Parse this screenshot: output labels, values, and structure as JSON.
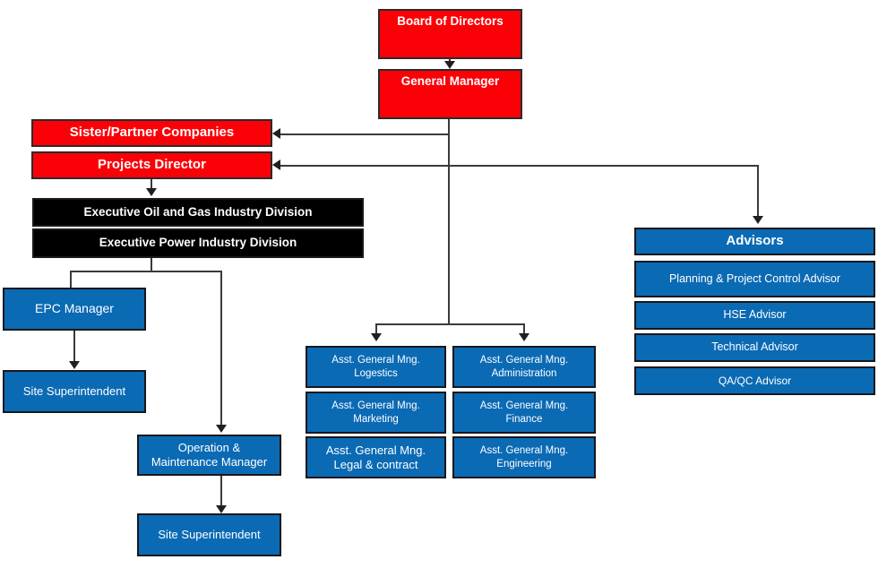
{
  "diagram": {
    "title": "Organizational Chart",
    "colors": {
      "red": "#fb0007",
      "black": "#000000",
      "blue": "#0b6ab4",
      "line": "#3a3a3a",
      "text": "#ffffff"
    }
  },
  "nodes": {
    "board_of_directors": "Board of Directors",
    "general_manager": "General Manager",
    "sister_partner_companies": "Sister/Partner Companies",
    "projects_director": "Projects Director",
    "exec_oil_gas": "Executive Oil and Gas Industry Division",
    "exec_power": "Executive Power Industry Division",
    "epc_manager": "EPC Manager",
    "site_superintendent_epc": "Site Superintendent",
    "operation_maintenance_manager": "Operation &\nMaintenance  Manager",
    "site_superintendent_om": "Site Superintendent",
    "agm_logistics": "Asst. General Mng.\nLogestics",
    "agm_administration": "Asst. General Mng.\nAdministration",
    "agm_marketing": "Asst. General Mng.\nMarketing",
    "agm_finance": "Asst. General Mng.\nFinance",
    "agm_legal_contract": "Asst. General Mng.\nLegal & contract",
    "agm_engineering": "Asst. General Mng.\nEngineering",
    "advisors_header": "Advisors",
    "advisor_planning": "Planning  & Project Control  Advisor",
    "advisor_hse": "HSE Advisor",
    "advisor_technical": "Technical Advisor",
    "advisor_qaqc": "QA/QC Advisor"
  }
}
